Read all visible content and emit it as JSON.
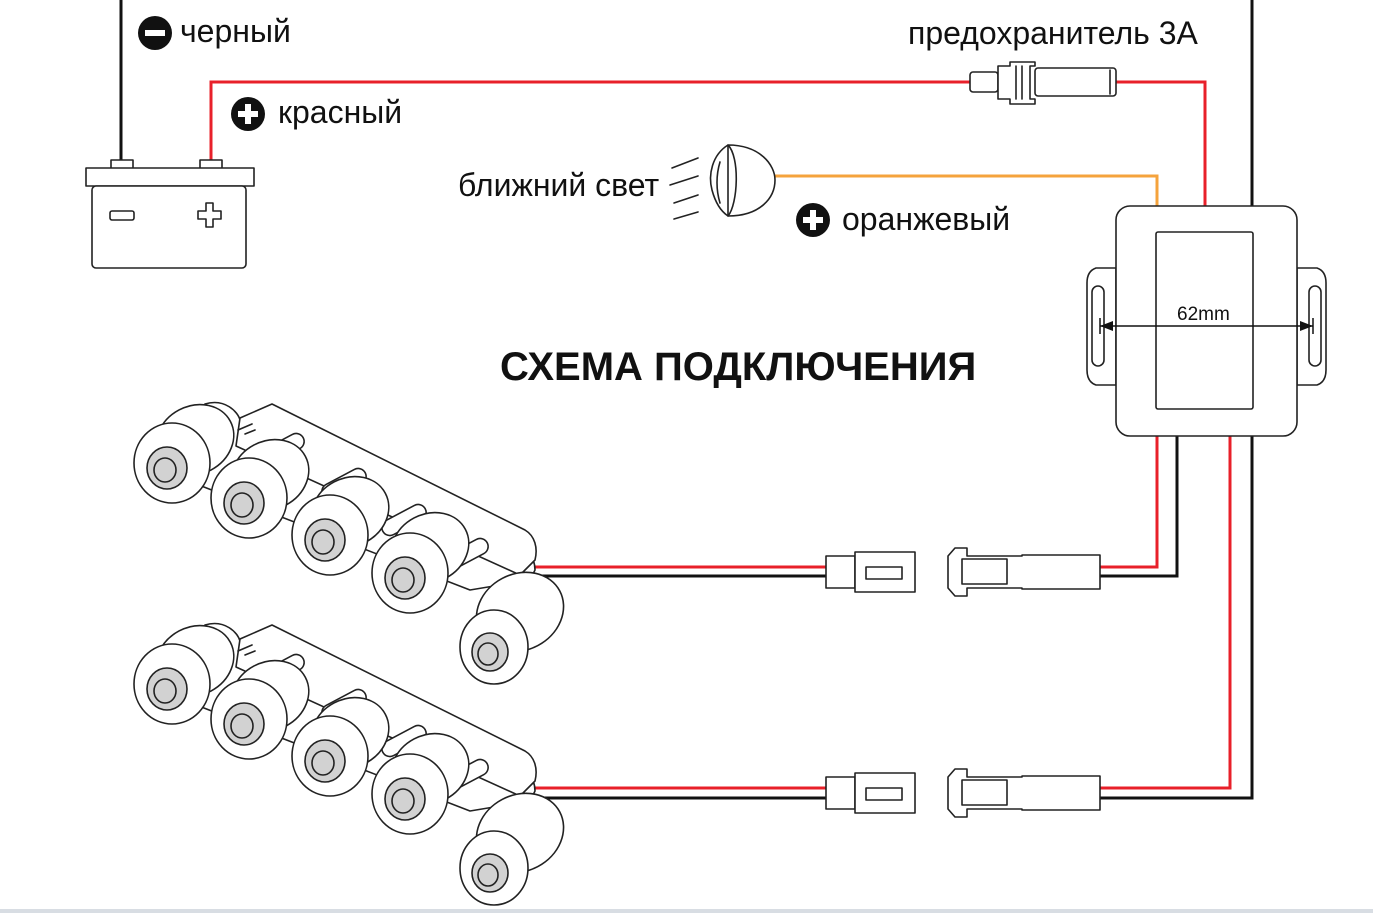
{
  "labels": {
    "black": "черный",
    "red": "красный",
    "fuse": "предохранитель 3А",
    "low_beam": "ближний свет",
    "orange": "оранжевый",
    "title": "СХЕМА ПОДКЛЮЧЕНИЯ",
    "dimension": "62mm"
  },
  "battery": {
    "minus_symbol": "−",
    "plus_symbol": "+"
  },
  "colors": {
    "wire_red": "#e8202a",
    "wire_black": "#111111",
    "wire_orange": "#f5a33c",
    "outline": "#222222",
    "lens_fill": "#d2d2d2"
  },
  "icons": {
    "minus_badge": "minus-circle-icon",
    "plus_badge": "plus-circle-icon",
    "headlight": "headlight-icon",
    "fuse": "fuse-icon",
    "battery": "battery-icon"
  }
}
